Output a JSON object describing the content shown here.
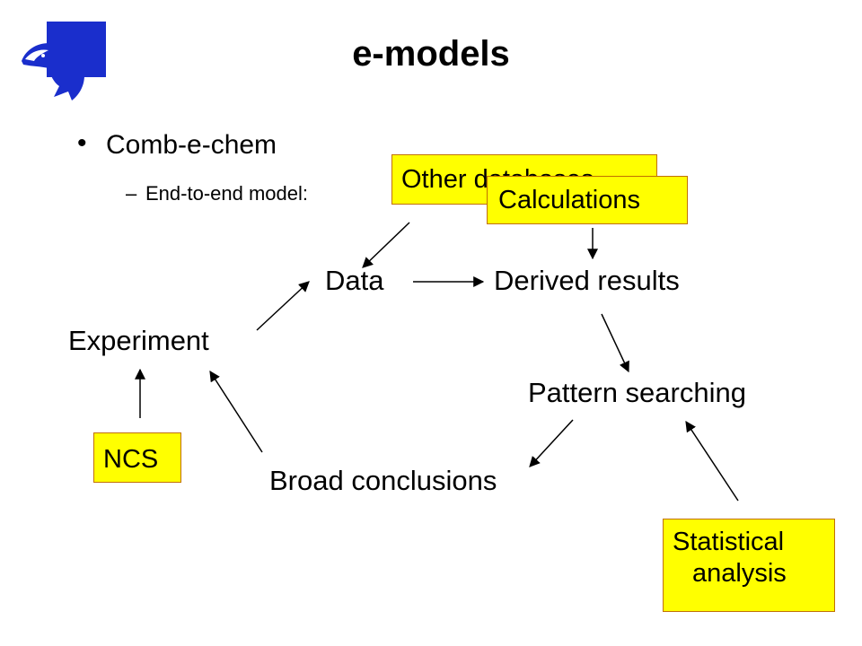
{
  "title": "e-models",
  "bullet": {
    "marker": "•",
    "text": "Comb-e-chem"
  },
  "sub_bullet": {
    "marker": "–",
    "text": "End-to-end model:"
  },
  "nodes": {
    "data": "Data",
    "derived_results": "Derived results",
    "experiment": "Experiment",
    "pattern_searching": "Pattern searching",
    "broad_conclusions": "Broad conclusions"
  },
  "inputs": {
    "other_databases": "Other databases",
    "calculations": "Calculations",
    "ncs": "NCS",
    "statistical_analysis_line1": "Statistical",
    "statistical_analysis_line2": "analysis"
  },
  "colors": {
    "input_box_fill": "#ffff00",
    "input_box_border": "#c07000",
    "logo_blue": "#1a2ecc"
  },
  "logo": {
    "icon": "dolphin-logo-icon"
  }
}
